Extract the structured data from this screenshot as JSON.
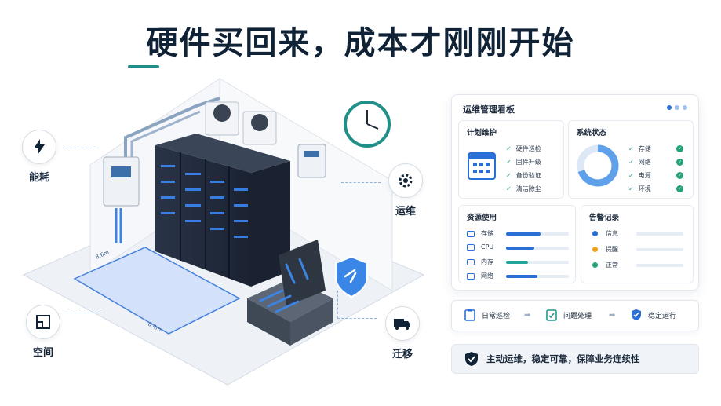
{
  "title": "硬件买回来，成本才刚刚开始",
  "features": {
    "energy": "能耗",
    "ops": "运维",
    "space": "空间",
    "migrate": "迁移"
  },
  "floor_labels": {
    "width": "8.6m",
    "length": "6.4m"
  },
  "dashboard": {
    "title": "运维管理看板",
    "plan": {
      "title": "计划维护",
      "items": [
        "硬件巡检",
        "固件升级",
        "备份验证",
        "清洁除尘"
      ]
    },
    "status": {
      "title": "系统状态",
      "ring_percent": 70,
      "items": [
        "存储",
        "网络",
        "电源",
        "环境"
      ]
    },
    "resources": {
      "title": "资源使用",
      "items": [
        {
          "label": "存储",
          "usage": 0.55
        },
        {
          "label": "CPU",
          "usage": 0.45
        },
        {
          "label": "内存",
          "usage": 0.35
        },
        {
          "label": "网络",
          "usage": 0.5
        }
      ]
    },
    "alerts": {
      "title": "告警记录",
      "items": [
        {
          "label": "信息",
          "color": "#2a6fd6"
        },
        {
          "label": "提醒",
          "color": "#f0a020"
        },
        {
          "label": "正常",
          "color": "#22a37a"
        }
      ]
    }
  },
  "flow": {
    "steps": [
      "日常巡检",
      "问题处理",
      "稳定运行"
    ]
  },
  "banner": "主动运维，稳定可靠，保障业务连续性",
  "colors": {
    "accent": "#1f8f87",
    "blue": "#2a6fd6",
    "teal": "#22a37a",
    "orange": "#f0a020",
    "dark": "#0f2236"
  }
}
